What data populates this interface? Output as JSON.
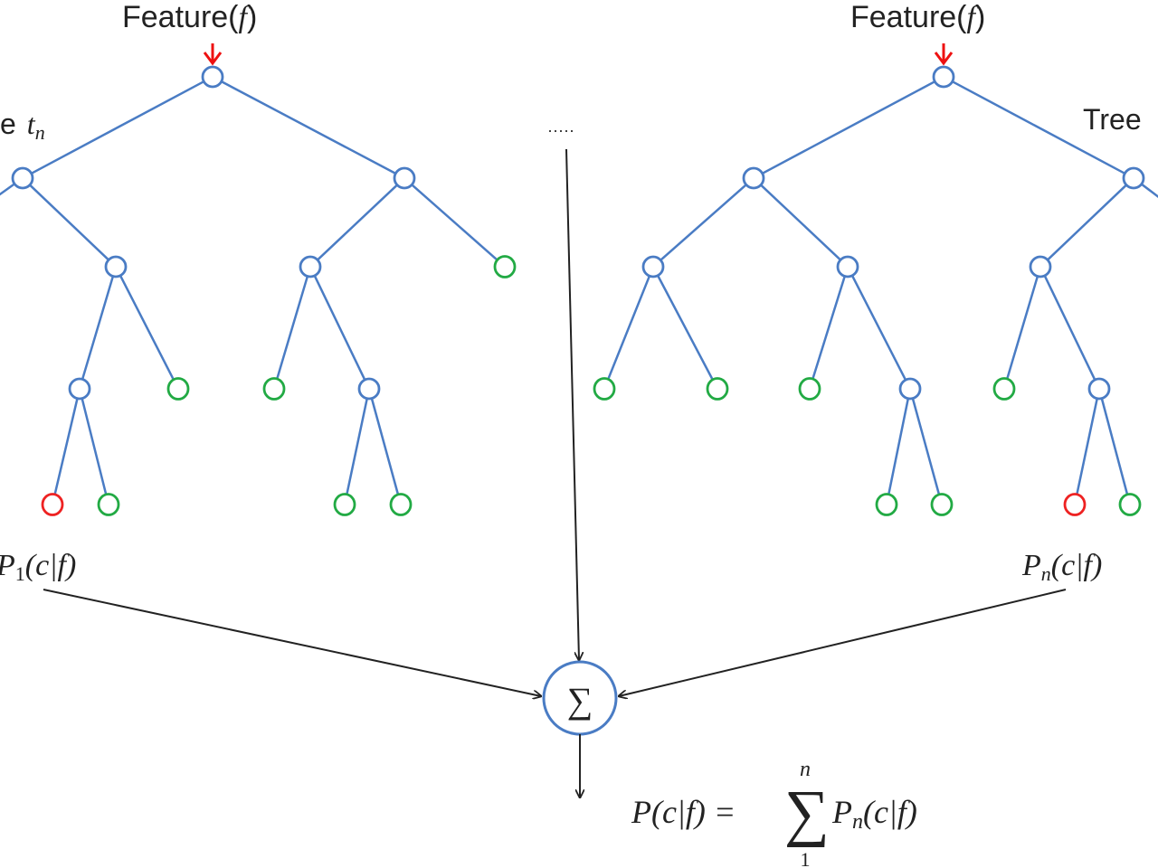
{
  "diagram": {
    "title": "Random forest ensemble: tree probabilities summed",
    "colors": {
      "edge": "#4a7cc4",
      "internal_node": "#4a7cc4",
      "leaf_green": "#22aa44",
      "leaf_red": "#ee2222",
      "input_arrow": "#ee1111",
      "flow_arrow": "#222222",
      "sum_node": "#4a7cc4"
    },
    "left_tree": {
      "input_label": "Feature(f)",
      "input_label_prefix": "Feature(",
      "input_label_var": "f",
      "input_label_suffix": ")",
      "tree_label_prefix": "e",
      "tree_label_var": "t",
      "tree_label_sub": "n",
      "output_label": "P1(c|f)",
      "output_P": "P",
      "output_sub": "1",
      "output_rest": "(c|f)"
    },
    "right_tree": {
      "input_label": "Feature(f)",
      "input_label_prefix": "Feature(",
      "input_label_var": "f",
      "input_label_suffix": ")",
      "tree_label": "Tree",
      "output_label": "Pn(c|f)",
      "output_P": "P",
      "output_sub": "n",
      "output_rest": "(c|f)"
    },
    "ellipsis": "·····",
    "sum_node": {
      "symbol": "∑"
    },
    "formula": {
      "text": "P(c|f) = ∑_1^n Pn(c|f)",
      "lhs": "P(c|f) =",
      "sum_symbol": "∑",
      "upper": "n",
      "lower": "1",
      "term_P": "P",
      "term_sub": "n",
      "term_rest": "(c|f)"
    }
  }
}
